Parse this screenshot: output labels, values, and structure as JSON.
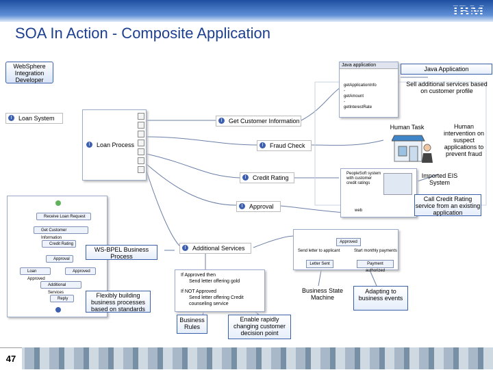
{
  "header": {
    "logo": "IBM",
    "title": "SOA In Action - Composite Application"
  },
  "tool_label": "WebSphere Integration Developer",
  "java_panel": {
    "title": "Java application",
    "lines": [
      "getApplicationInfo",
      "-",
      "getAmount",
      "-",
      "getInterestRate"
    ]
  },
  "callouts": {
    "java_app": "Java Application",
    "sell_services": "Sell additional services based on customer profile",
    "human_task": "Human Task",
    "human_intervention": "Human intervention on suspect applications to prevent fraud",
    "imported_eis": "Imported EIS System",
    "call_credit": "Call Credit Rating service from an existing application",
    "ws_bpel": "WS-BPEL Business Process",
    "flexibly": "Flexibly building business processes based on standards",
    "business_rules": "Business Rules",
    "enable_rapid": "Enable rapidly changing customer decision point",
    "state_machine": "Business State Machine",
    "adapting": "Adapting to business events"
  },
  "nodes": {
    "loan_system": "Loan System",
    "loan_process": "Loan Process",
    "get_customer": "Get Customer Information",
    "fraud_check": "Fraud Check",
    "credit_rating": "Credit Rating",
    "approval": "Approval",
    "additional_services": "Additional Services"
  },
  "peoplesoft": {
    "text": "PeopleSoft system with customer credit ratings",
    "web": "web"
  },
  "rules": {
    "line1": "If Approved then",
    "line2": "Send letter offering gold",
    "line3": "If NOT Approved",
    "line4": "Send letter offering Credit counseling service"
  },
  "state_machine_panel": {
    "approved": "Approved",
    "send_letter": "Send letter to applicant",
    "start_monthly": "Start monthly payments",
    "letter_sent": "Letter Sent",
    "payment_auth": "Payment authorized"
  },
  "bpel_steps": [
    "Receive Loan Request",
    "Get Customer Information",
    "Credit Rating",
    "Approval",
    "Loan Approved",
    "Approved",
    "Additional Services",
    "Reply"
  ],
  "page_number": "47"
}
